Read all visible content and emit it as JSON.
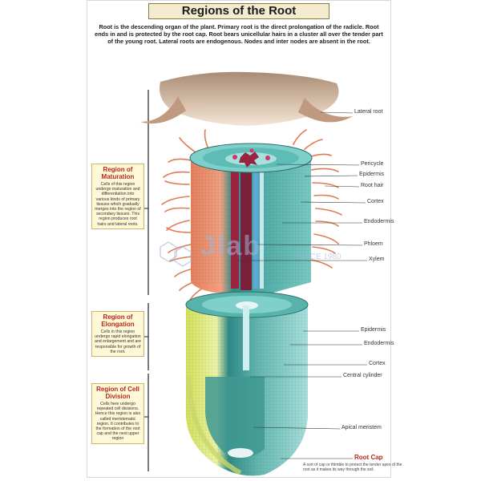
{
  "title": "Regions of the Root",
  "intro": "Root is the descending organ of the plant. Primary root is the direct prolongation of the radicle. Root ends in and is protected by the root cap. Root bears unicellular hairs in a cluster all over the tender part of the young root. Lateral roots are endogenous. Nodes and inter nodes are absent in the root.",
  "regions": [
    {
      "title": "Region of Maturation",
      "text": "Cells of this region undergo maturation and differentiation into various kinds of primary tissues which gradually merges into the region of secondary tissues. This region produces root hairs and lateral roots."
    },
    {
      "title": "Region of Elongation",
      "text": "Cells in this region undergo rapid elongation and enlargement and are responsible for growth of the root."
    },
    {
      "title": "Region of Cell Division",
      "text": "Cells here undergo repeated cell divisions. Hence this region is also called meristematic region. It contributes to the formation of the root cap and the next upper region"
    }
  ],
  "labels_upper": [
    "Lateral root",
    "Pericycle",
    "Epidermis",
    "Root hair",
    "Cortex",
    "Endodermis",
    "Phloem",
    "Xylem"
  ],
  "labels_lower": [
    "Epidermis",
    "Endodermis",
    "Cortex",
    "Central cylinder",
    "Apical meristem"
  ],
  "root_cap": {
    "title": "Root Cap",
    "text": "A sort of cap or thimble to protect the tender apex of the root as it makes its way through the soil."
  },
  "watermark": {
    "brand": "Jlab",
    "since": "SINCE 1980"
  },
  "colors": {
    "title_bg": "#f3ecd0",
    "region_box": "#fff8d8",
    "red": "#b5281c",
    "cortex": "#4a9a94",
    "xylem": "#9a2440",
    "hair": "#e07a55"
  }
}
